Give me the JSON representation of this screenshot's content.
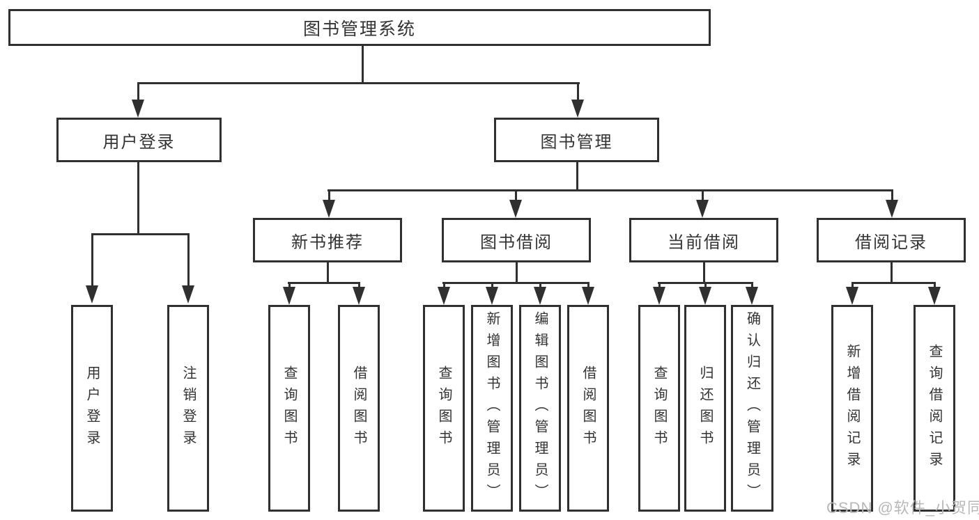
{
  "diagram": {
    "title": "图书管理系统",
    "level2": [
      {
        "label": "用户登录"
      },
      {
        "label": "图书管理"
      }
    ],
    "level3": [
      {
        "label": "新书推荐"
      },
      {
        "label": "图书借阅"
      },
      {
        "label": "当前借阅"
      },
      {
        "label": "借阅记录"
      }
    ],
    "leaves": {
      "login": [
        {
          "label": "用户登录"
        },
        {
          "label": "注销登录"
        }
      ],
      "recommend": [
        {
          "label": "查询图书"
        },
        {
          "label": "借阅图书"
        }
      ],
      "borrow": [
        {
          "label": "查询图书"
        },
        {
          "label": "新增图书（管理员）"
        },
        {
          "label": "编辑图书（管理员）"
        },
        {
          "label": "借阅图书"
        }
      ],
      "current": [
        {
          "label": "查询图书"
        },
        {
          "label": "归还图书"
        },
        {
          "label": "确认归还（管理员）"
        }
      ],
      "records": [
        {
          "label": "新增借阅记录"
        },
        {
          "label": "查询借阅记录"
        }
      ]
    },
    "colors": {
      "line": "#303030",
      "text": "#333333",
      "background": "#ffffff",
      "watermark": "#b8b8b8"
    },
    "watermark": "CSDN @软件_小贺同学"
  }
}
